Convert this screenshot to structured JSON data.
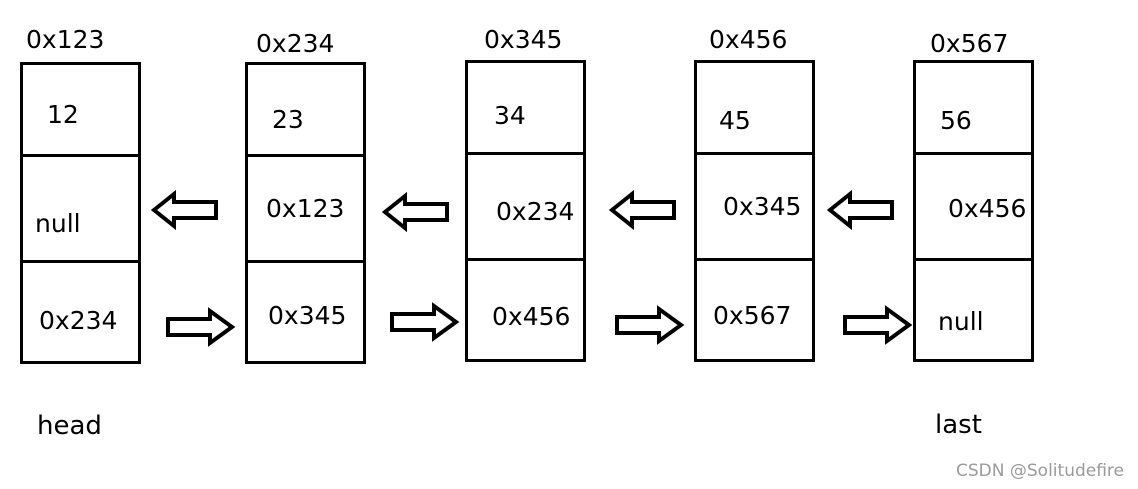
{
  "nodes": [
    {
      "address": "0x123",
      "data": "12",
      "prev": "null",
      "next": "0x234"
    },
    {
      "address": "0x234",
      "data": "23",
      "prev": "0x123",
      "next": "0x345"
    },
    {
      "address": "0x345",
      "data": "34",
      "prev": "0x234",
      "next": "0x456"
    },
    {
      "address": "0x456",
      "data": "45",
      "prev": "0x345",
      "next": "0x567"
    },
    {
      "address": "0x567",
      "data": "56",
      "prev": "0x456",
      "next": "null"
    }
  ],
  "labels": {
    "head": "head",
    "last": "last"
  },
  "arrows": {
    "backward_icon": "left-hollow-arrow-icon",
    "forward_icon": "right-hollow-arrow-icon"
  },
  "watermark": "CSDN @Solitudefire"
}
